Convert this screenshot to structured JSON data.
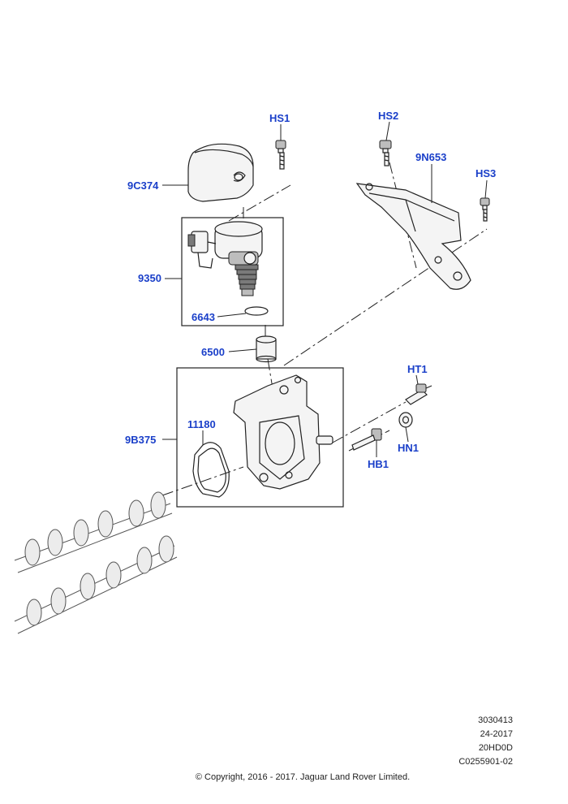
{
  "callouts": {
    "hs1": "HS1",
    "hs2": "HS2",
    "hs3": "HS3",
    "p9n653": "9N653",
    "p9c374": "9C374",
    "p9350": "9350",
    "p6643": "6643",
    "p6500": "6500",
    "p9b375": "9B375",
    "p11180": "11180",
    "ht1": "HT1",
    "hn1": "HN1",
    "hb1": "HB1"
  },
  "footer": {
    "ref_number": "3030413",
    "date_code": "24-2017",
    "model_code": "20HD0D",
    "illustration_id": "C0255901-02",
    "copyright": "© Copyright, 2016 - 2017. Jaguar Land Rover Limited."
  },
  "colors": {
    "callout_blue": "#1a3fc9",
    "line_black": "#222222"
  }
}
